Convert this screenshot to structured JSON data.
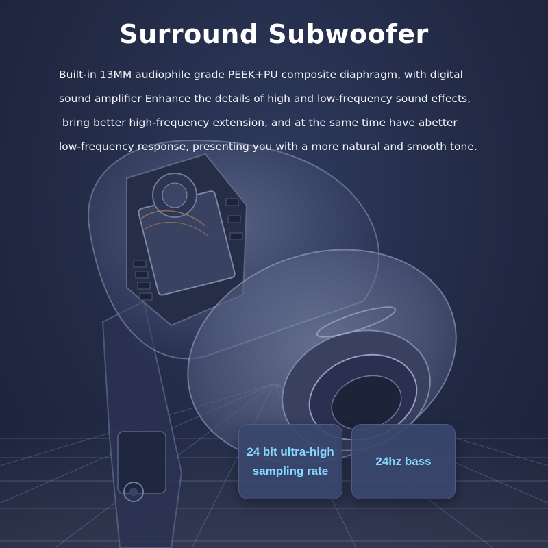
{
  "header": {
    "title": "Surround Subwoofer",
    "description_lines": [
      "Built-in 13MM audiophile grade PEEK+PU composite diaphragm, with digital",
      "sound amplifier Enhance the details of high and low-frequency sound effects,",
      " bring better high-frequency extension, and at the same time have abetter",
      "low-frequency response, presenting you with a more natural and smooth tone."
    ]
  },
  "features": [
    {
      "line1": "24 bit ultra-high",
      "line2": "sampling rate"
    },
    {
      "line1": "24hz bass"
    }
  ],
  "colors": {
    "background": "#222a45",
    "title_text": "#ffffff",
    "feature_text": "#86d8ff",
    "card_fill": "#3a466c"
  }
}
